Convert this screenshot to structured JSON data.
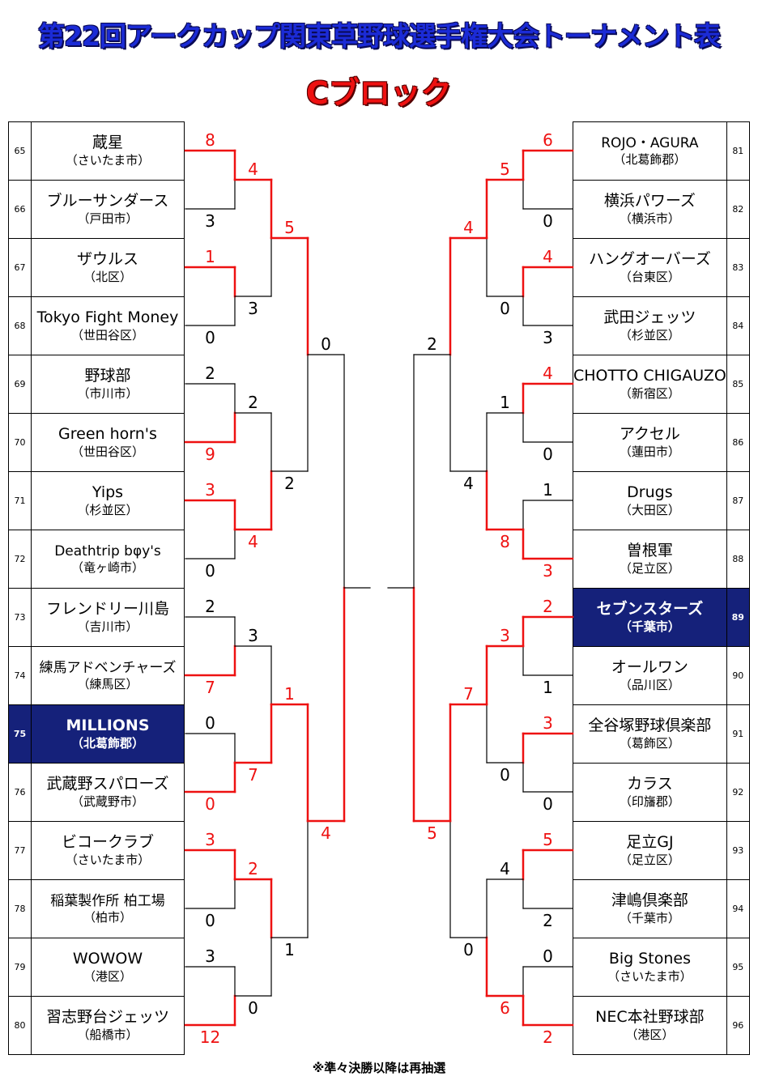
{
  "title": "第22回アークカップ関東草野球選手権大会トーナメント表",
  "subtitle": "Cブロック",
  "note": "※準々決勝以降は再抽選",
  "colors": {
    "win": "#ee1111",
    "lose": "#000000",
    "seed_bg": "#15217a",
    "title": "#1b2bd6",
    "subtitle": "#ee1111"
  },
  "left_teams": [
    {
      "num": "65",
      "name": "蔵星",
      "area": "（さいたま市）",
      "seed": false
    },
    {
      "num": "66",
      "name": "ブルーサンダース",
      "area": "（戸田市）",
      "seed": false
    },
    {
      "num": "67",
      "name": "ザウルス",
      "area": "（北区）",
      "seed": false
    },
    {
      "num": "68",
      "name": "Tokyo Fight Money",
      "area": "（世田谷区）",
      "seed": false
    },
    {
      "num": "69",
      "name": "野球部",
      "area": "（市川市）",
      "seed": false
    },
    {
      "num": "70",
      "name": "Green horn's",
      "area": "（世田谷区）",
      "seed": false
    },
    {
      "num": "71",
      "name": "Yips",
      "area": "（杉並区）",
      "seed": false
    },
    {
      "num": "72",
      "name": "Deathtrip bφy's",
      "area": "（竜ヶ崎市）",
      "seed": false
    },
    {
      "num": "73",
      "name": "フレンドリー川島",
      "area": "（吉川市）",
      "seed": false
    },
    {
      "num": "74",
      "name": "練馬アドベンチャーズ",
      "area": "（練馬区）",
      "seed": false
    },
    {
      "num": "75",
      "name": "MILLIONS",
      "area": "（北葛飾郡）",
      "seed": true
    },
    {
      "num": "76",
      "name": "武蔵野スパローズ",
      "area": "（武蔵野市）",
      "seed": false
    },
    {
      "num": "77",
      "name": "ビコークラブ",
      "area": "（さいたま市）",
      "seed": false
    },
    {
      "num": "78",
      "name": "稲葉製作所 柏工場",
      "area": "（柏市）",
      "seed": false
    },
    {
      "num": "79",
      "name": "WOWOW",
      "area": "（港区）",
      "seed": false
    },
    {
      "num": "80",
      "name": "習志野台ジェッツ",
      "area": "（船橋市）",
      "seed": false
    }
  ],
  "right_teams": [
    {
      "num": "81",
      "name": "ROJO・AGURA",
      "area": "（北葛飾郡）",
      "seed": false
    },
    {
      "num": "82",
      "name": "横浜パワーズ",
      "area": "（横浜市）",
      "seed": false
    },
    {
      "num": "83",
      "name": "ハングオーバーズ",
      "area": "（台東区）",
      "seed": false
    },
    {
      "num": "84",
      "name": "武田ジェッツ",
      "area": "（杉並区）",
      "seed": false
    },
    {
      "num": "85",
      "name": "CHOTTO CHIGAUZO",
      "area": "（新宿区）",
      "seed": false
    },
    {
      "num": "86",
      "name": "アクセル",
      "area": "（蓮田市）",
      "seed": false
    },
    {
      "num": "87",
      "name": "Drugs",
      "area": "（大田区）",
      "seed": false
    },
    {
      "num": "88",
      "name": "曽根軍",
      "area": "（足立区）",
      "seed": false
    },
    {
      "num": "89",
      "name": "セブンスターズ",
      "area": "（千葉市）",
      "seed": true
    },
    {
      "num": "90",
      "name": "オールワン",
      "area": "（品川区）",
      "seed": false
    },
    {
      "num": "91",
      "name": "全谷塚野球倶楽部",
      "area": "（葛飾区）",
      "seed": false
    },
    {
      "num": "92",
      "name": "カラス",
      "area": "（印旛郡）",
      "seed": false
    },
    {
      "num": "93",
      "name": "足立GJ",
      "area": "（足立区）",
      "seed": false
    },
    {
      "num": "94",
      "name": "津嶋倶楽部",
      "area": "（千葉市）",
      "seed": false
    },
    {
      "num": "95",
      "name": "Big Stones",
      "area": "（さいたま市）",
      "seed": false
    },
    {
      "num": "96",
      "name": "NEC本社野球部",
      "area": "（港区）",
      "seed": false
    }
  ],
  "left_rounds": {
    "r1": [
      {
        "scores": [
          "8",
          "3"
        ],
        "winner": 0
      },
      {
        "scores": [
          "1",
          "0"
        ],
        "winner": 0
      },
      {
        "scores": [
          "2",
          "9"
        ],
        "winner": 1
      },
      {
        "scores": [
          "3",
          "0"
        ],
        "winner": 0
      },
      {
        "scores": [
          "2",
          "7"
        ],
        "winner": 1
      },
      {
        "scores": [
          "0",
          "0"
        ],
        "winner": 1
      },
      {
        "scores": [
          "3",
          "0"
        ],
        "winner": 0
      },
      {
        "scores": [
          "3",
          "12"
        ],
        "winner": 1
      }
    ],
    "r2": [
      {
        "scores": [
          "4",
          "3"
        ],
        "winner": 0
      },
      {
        "scores": [
          "2",
          "4"
        ],
        "winner": 1
      },
      {
        "scores": [
          "3",
          "7"
        ],
        "winner": 1
      },
      {
        "scores": [
          "2",
          "0"
        ],
        "winner": 0
      }
    ],
    "r3": [
      {
        "scores": [
          "5",
          "2"
        ],
        "winner": 0
      },
      {
        "scores": [
          "1",
          "1"
        ],
        "winner": 0
      }
    ],
    "r4": [
      {
        "scores": [
          "0",
          "4"
        ],
        "winner": 1
      }
    ]
  },
  "right_rounds": {
    "r1": [
      {
        "scores": [
          "6",
          "0"
        ],
        "winner": 0
      },
      {
        "scores": [
          "4",
          "3"
        ],
        "winner": 0
      },
      {
        "scores": [
          "4",
          "0"
        ],
        "winner": 0
      },
      {
        "scores": [
          "1",
          "3"
        ],
        "winner": 1
      },
      {
        "scores": [
          "2",
          "1"
        ],
        "winner": 0
      },
      {
        "scores": [
          "3",
          "0"
        ],
        "winner": 0
      },
      {
        "scores": [
          "5",
          "2"
        ],
        "winner": 0
      },
      {
        "scores": [
          "0",
          "2"
        ],
        "winner": 1
      }
    ],
    "r2": [
      {
        "scores": [
          "5",
          "0"
        ],
        "winner": 0
      },
      {
        "scores": [
          "1",
          "8"
        ],
        "winner": 1
      },
      {
        "scores": [
          "3",
          "0"
        ],
        "winner": 0
      },
      {
        "scores": [
          "4",
          "6"
        ],
        "winner": 1
      }
    ],
    "r3": [
      {
        "scores": [
          "4",
          "4"
        ],
        "winner": 0
      },
      {
        "scores": [
          "7",
          "0"
        ],
        "winner": 0
      }
    ],
    "r4": [
      {
        "scores": [
          "2",
          "5"
        ],
        "winner": 1
      }
    ]
  }
}
